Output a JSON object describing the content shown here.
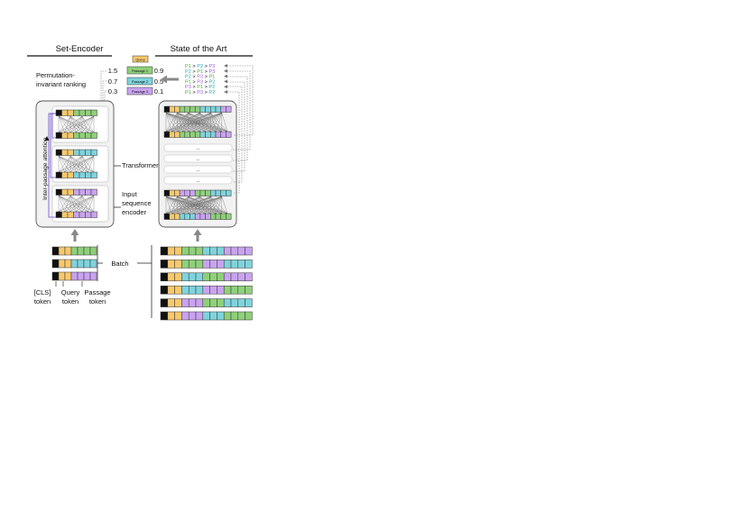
{
  "headers": {
    "left": "Set-Encoder",
    "right": "State of the Art"
  },
  "legend": {
    "query": "Query",
    "passages": [
      "Passage 1",
      "Passage 2",
      "Passage 3"
    ],
    "left_scores": [
      "1.5",
      "0.7",
      "0.3"
    ],
    "right_scores": [
      "0.9",
      "0.5",
      "0.1"
    ]
  },
  "labels": {
    "permutation_line1": "Permutation-",
    "permutation_line2": "invariant ranking",
    "inter_passage": "Inter-passage attention",
    "transformer": "Transformer",
    "input_line1": "Input",
    "input_line2": "sequence",
    "input_line3": "encoder",
    "batch": "Batch",
    "cls_line1": "[CLS]",
    "cls_line2": "token",
    "query_line1": "Query",
    "query_line2": "token",
    "passage_line1": "Passage",
    "passage_line2": "token",
    "ellipsis": "..."
  },
  "rankings": [
    [
      "P1",
      "P2",
      "P3"
    ],
    [
      "P2",
      "P1",
      "P3"
    ],
    [
      "P2",
      "P3",
      "P1"
    ],
    [
      "P1",
      "P3",
      "P2"
    ],
    [
      "P3",
      "P1",
      "P2"
    ],
    [
      "P1",
      "P3",
      "P2"
    ]
  ],
  "gt_symbol": ">",
  "colors": {
    "cls": "#111111",
    "query": "#f7c96d",
    "p1": "#8fd07a",
    "p2": "#7fd3dc",
    "p3": "#c9a3ef",
    "arrow": "#888888",
    "attention": "#6a4cc7"
  }
}
